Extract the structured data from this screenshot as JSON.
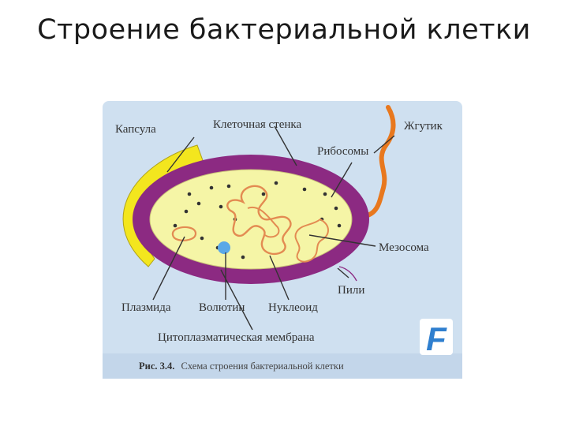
{
  "slide": {
    "title": "Строение бактериальной клетки"
  },
  "figure": {
    "labels": {
      "capsule": "Капсула",
      "cell_wall": "Клеточная стенка",
      "flagellum": "Жгутик",
      "ribosomes": "Рибосомы",
      "mesosome": "Мезосома",
      "pili": "Пили",
      "plasmid": "Плазмида",
      "volutin": "Волютин",
      "nucleoid": "Нуклеоид",
      "membrane": "Цитоплазматическая мембрана"
    },
    "caption": {
      "number": "Рис. 3.4.",
      "text": "Схема строения бактериальной клетки"
    },
    "logo": "F",
    "colors": {
      "panel_bg": "#cfe0f0",
      "cell_wall": "#8c2a82",
      "cytoplasm": "#f5f5a6",
      "capsule": "#f3e61e",
      "flagellum": "#e8781e",
      "nucleoid": "#e38b52",
      "volutin": "#5aa8e8",
      "ribosome": "#333333",
      "logo": "#2f7fcf"
    }
  }
}
